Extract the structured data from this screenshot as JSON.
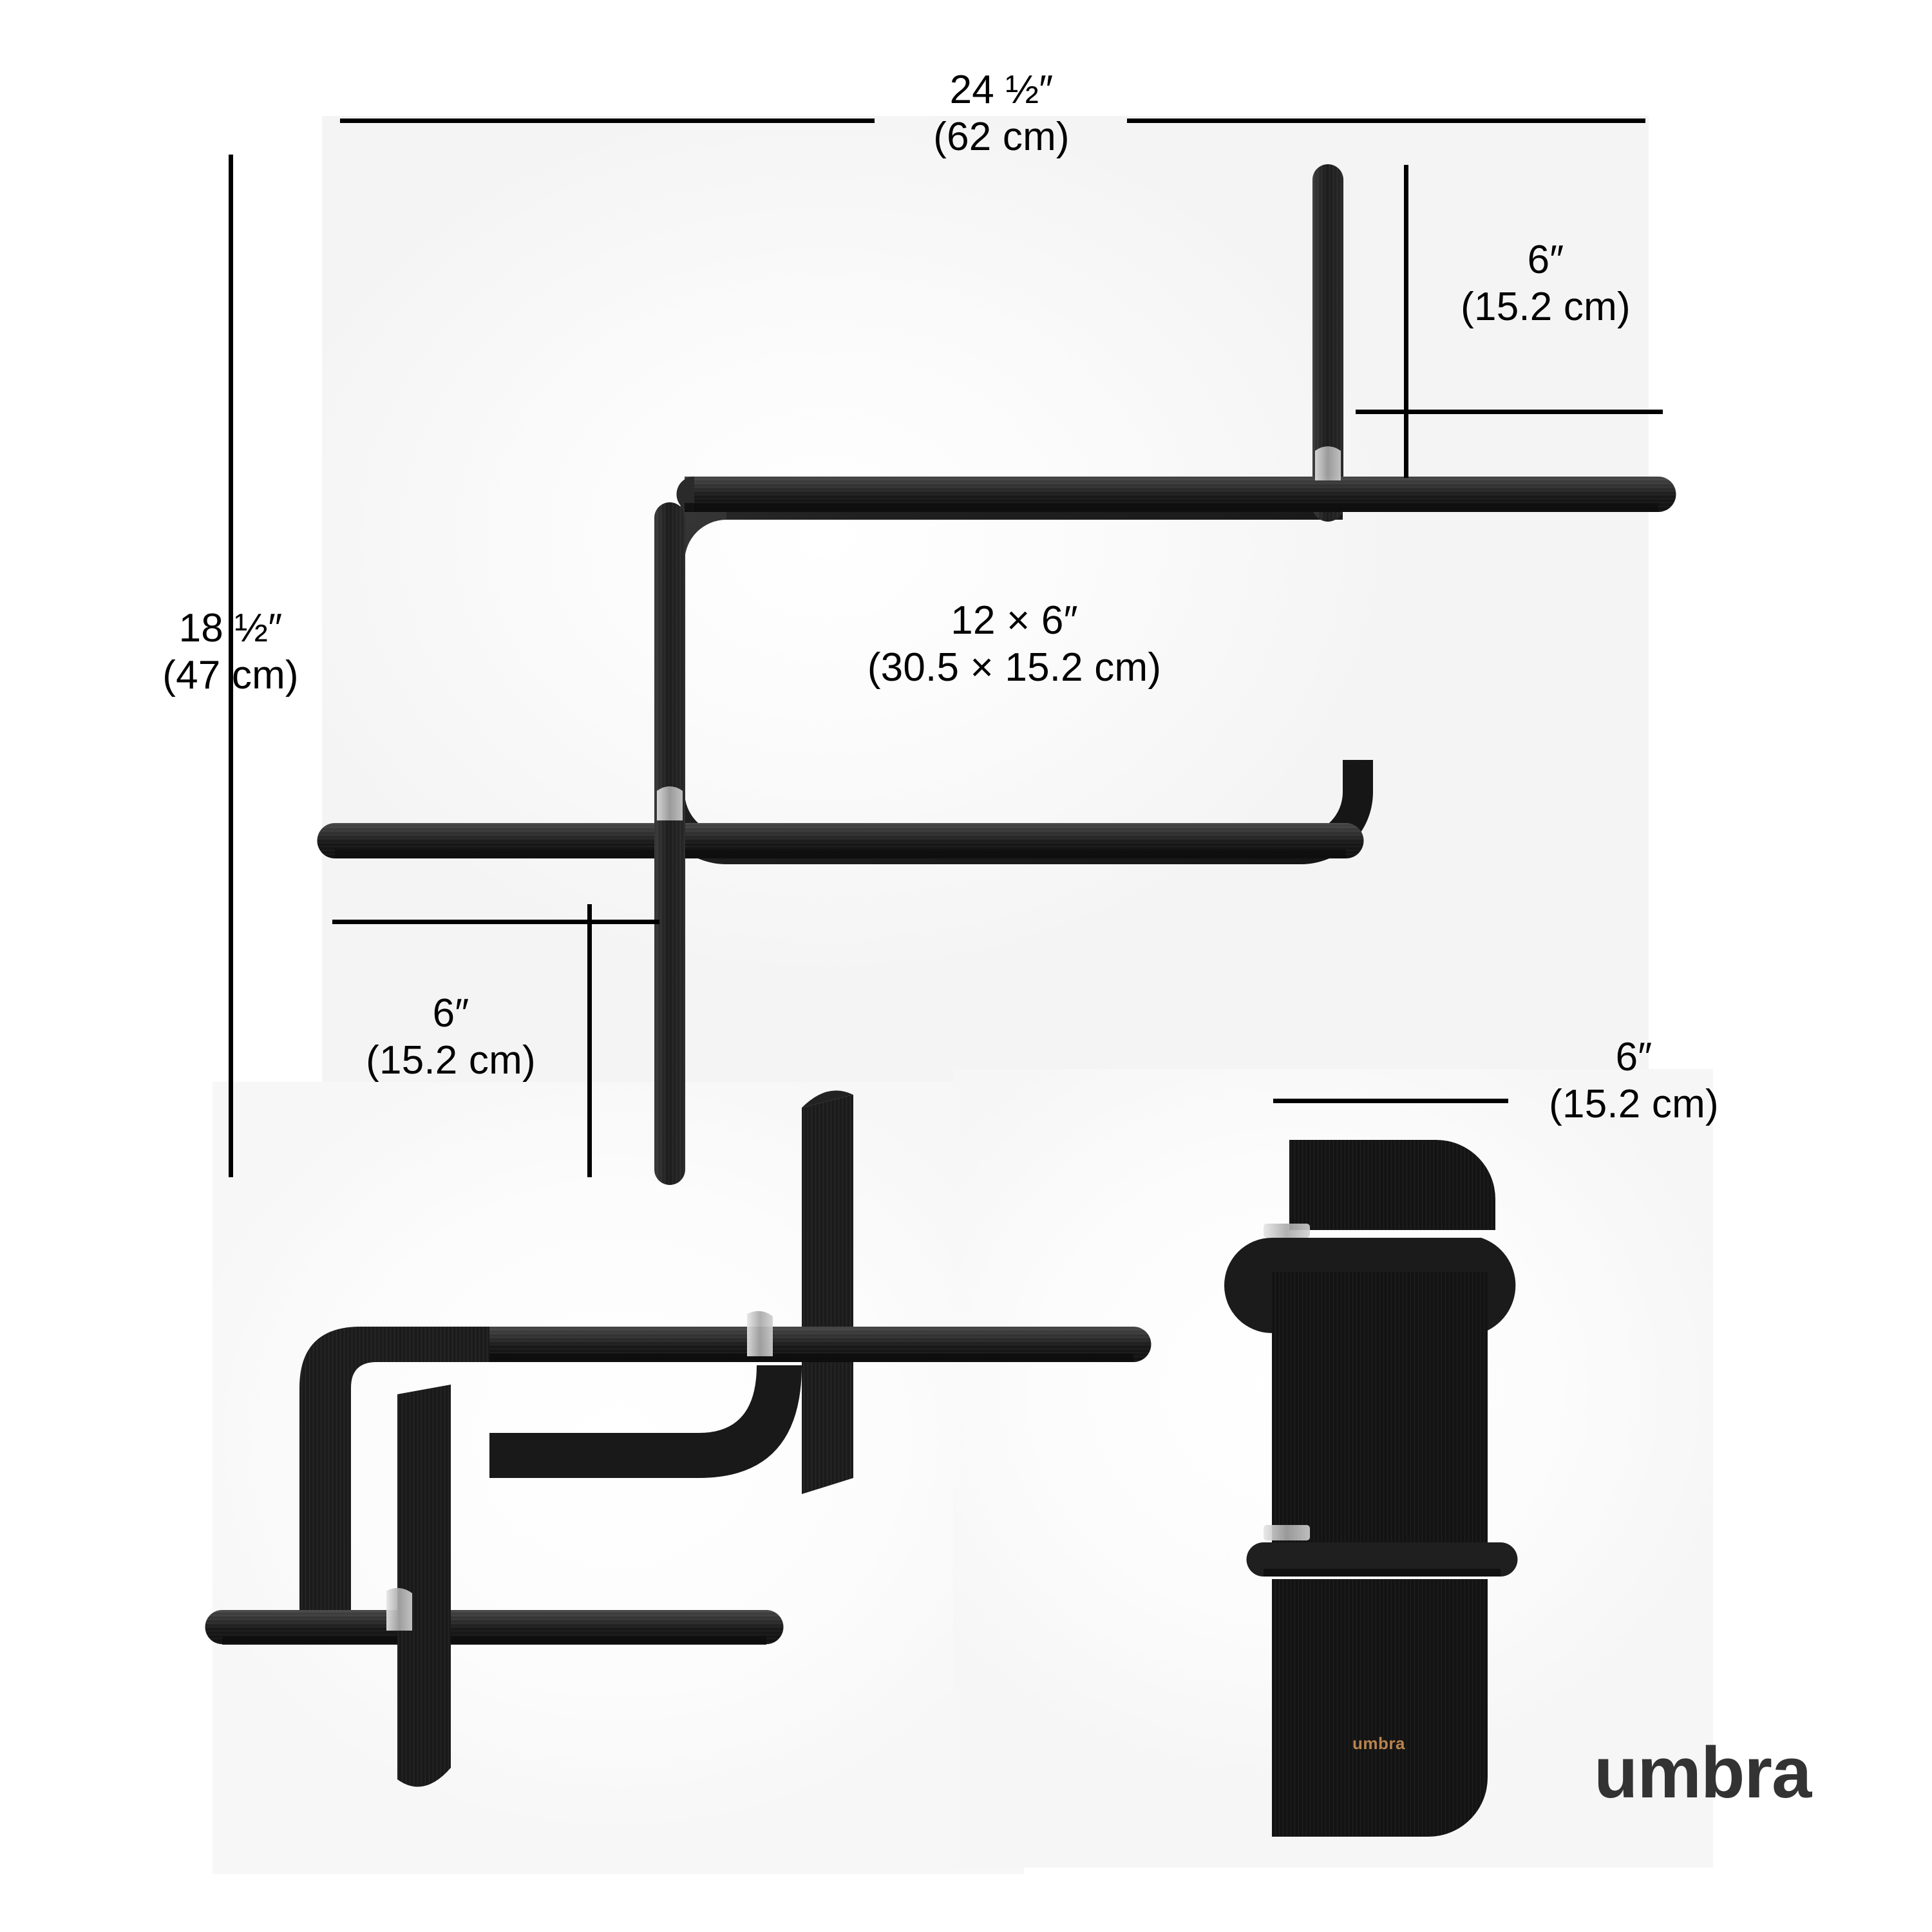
{
  "product": {
    "brand": "umbra",
    "product_logo": "umbra",
    "colors": {
      "wood_black": "#1c1c1c",
      "wood_highlight": "#3a3a3a",
      "dimension_line": "#000000",
      "brand_wordmark": "#333333",
      "product_logo_copper": "#b8844f",
      "background": "#ffffff"
    }
  },
  "dimensions": {
    "overall_width": {
      "imperial": "24 ½″",
      "metric": "(62 cm)"
    },
    "overall_height": {
      "imperial": "18 ½″",
      "metric": "(47 cm)"
    },
    "upper_shelf_depth": {
      "imperial": "6″",
      "metric": "(15.2 cm)"
    },
    "lower_shelf_depth": {
      "imperial": "6″",
      "metric": "(15.2 cm)"
    },
    "side_depth": {
      "imperial": "6″",
      "metric": "(15.2 cm)"
    },
    "opening": {
      "imperial": "12 × 6″",
      "metric": "(30.5 × 15.2 cm)"
    }
  },
  "views": {
    "hero": "wall-shelf-front-angle",
    "perspective": "wall-shelf-three-quarter",
    "front": "wall-shelf-side-profile"
  }
}
